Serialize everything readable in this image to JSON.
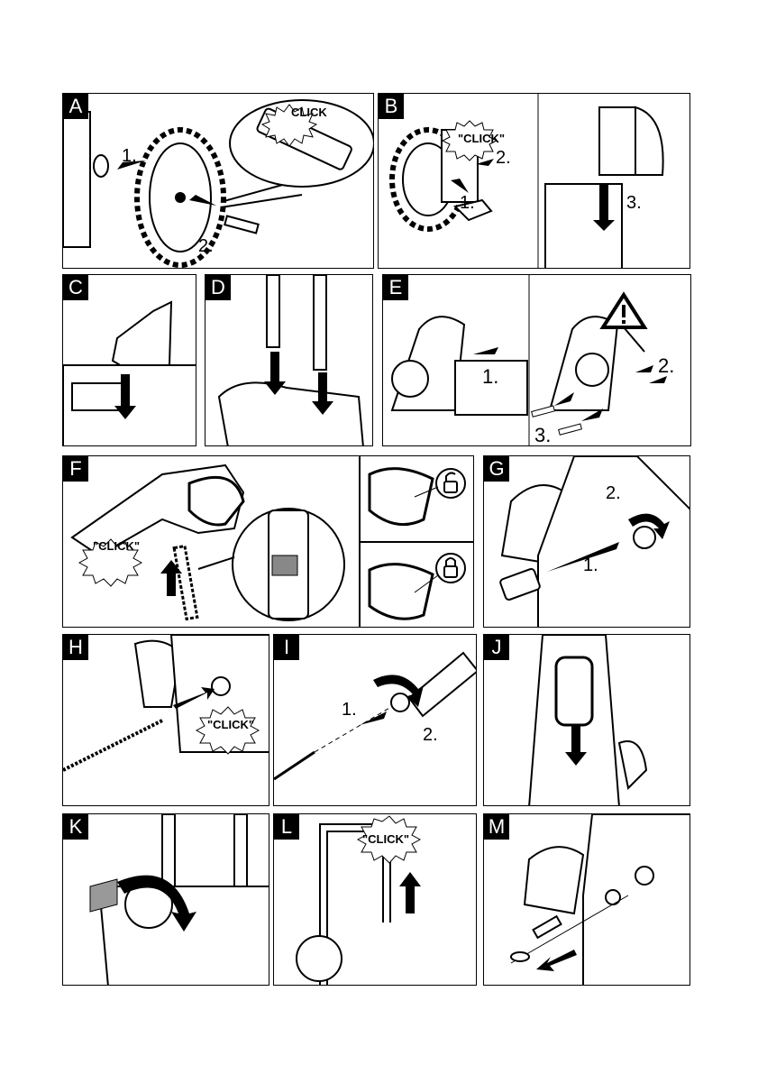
{
  "panels": [
    {
      "letter": "A",
      "steps": [
        "1.",
        "2."
      ],
      "click": "CLICK"
    },
    {
      "letter": "B",
      "steps": [
        "1.",
        "2.",
        "3."
      ],
      "click": "\"CLICK\""
    },
    {
      "letter": "C"
    },
    {
      "letter": "D"
    },
    {
      "letter": "E",
      "steps": [
        "1.",
        "2.",
        "3."
      ]
    },
    {
      "letter": "F",
      "click": "\"CLICK\""
    },
    {
      "letter": "G",
      "steps": [
        "1.",
        "2."
      ]
    },
    {
      "letter": "H",
      "click": "\"CLICK\""
    },
    {
      "letter": "I",
      "steps": [
        "1.",
        "2."
      ]
    },
    {
      "letter": "J"
    },
    {
      "letter": "K"
    },
    {
      "letter": "L",
      "click": "\"CLICK\""
    },
    {
      "letter": "M"
    }
  ],
  "icons": [
    "wheel-icon",
    "arrow-icon",
    "click-burst-icon",
    "warning-triangle-icon",
    "lock-open-icon",
    "lock-closed-icon",
    "rotate-arrow-icon",
    "screw-icon",
    "hose-icon"
  ]
}
